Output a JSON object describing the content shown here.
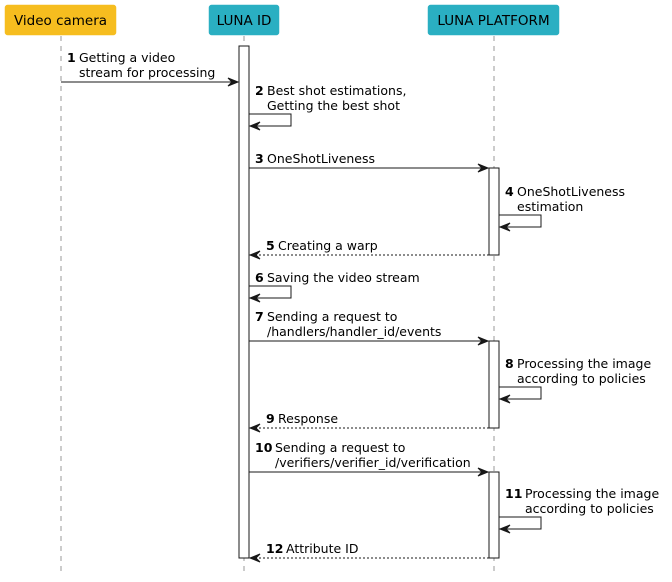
{
  "participants": [
    {
      "id": "video-camera",
      "label": "Video camera",
      "color": "#F6BD1F",
      "text_color": "#000000"
    },
    {
      "id": "luna-id",
      "label": "LUNA ID",
      "color": "#2AAFC2",
      "text_color": "#000000"
    },
    {
      "id": "luna-platform",
      "label": "LUNA PLATFORM",
      "color": "#2AAFC2",
      "text_color": "#000000"
    }
  ],
  "messages": [
    {
      "num": "1",
      "from": "video-camera",
      "to": "luna-id",
      "style": "solid",
      "lines": [
        "Getting a video",
        "stream for processing"
      ]
    },
    {
      "num": "2",
      "from": "luna-id",
      "to": "luna-id",
      "style": "solid",
      "lines": [
        "Best shot estimations,",
        "Getting the best shot"
      ]
    },
    {
      "num": "3",
      "from": "luna-id",
      "to": "luna-platform",
      "style": "solid",
      "lines": [
        "OneShotLiveness"
      ]
    },
    {
      "num": "4",
      "from": "luna-platform",
      "to": "luna-platform",
      "style": "solid",
      "lines": [
        "OneShotLiveness",
        "estimation"
      ]
    },
    {
      "num": "5",
      "from": "luna-platform",
      "to": "luna-id",
      "style": "dashed",
      "lines": [
        "Creating a warp"
      ]
    },
    {
      "num": "6",
      "from": "luna-id",
      "to": "luna-id",
      "style": "solid",
      "lines": [
        "Saving the video stream"
      ]
    },
    {
      "num": "7",
      "from": "luna-id",
      "to": "luna-platform",
      "style": "solid",
      "lines": [
        "Sending a request to",
        "/handlers/handler_id/events"
      ]
    },
    {
      "num": "8",
      "from": "luna-platform",
      "to": "luna-platform",
      "style": "solid",
      "lines": [
        "Processing the image",
        "according to policies"
      ]
    },
    {
      "num": "9",
      "from": "luna-platform",
      "to": "luna-id",
      "style": "dashed",
      "lines": [
        "Response"
      ]
    },
    {
      "num": "10",
      "from": "luna-id",
      "to": "luna-platform",
      "style": "solid",
      "lines": [
        "Sending a request to",
        "/verifiers/verifier_id/verification"
      ]
    },
    {
      "num": "11",
      "from": "luna-platform",
      "to": "luna-platform",
      "style": "solid",
      "lines": [
        "Processing the image",
        "according to policies"
      ]
    },
    {
      "num": "12",
      "from": "luna-platform",
      "to": "luna-id",
      "style": "dashed",
      "lines": [
        "Attribute ID"
      ]
    }
  ],
  "colors": {
    "lifeline": "#9a9a9a",
    "arrow": "#181818",
    "activation_fill": "#ffffff",
    "activation_stroke": "#181818"
  }
}
